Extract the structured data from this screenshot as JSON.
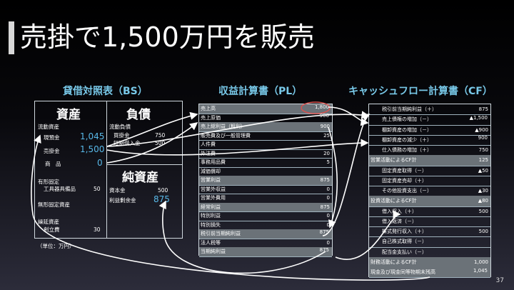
{
  "title": "売掛で1,500万円を販売",
  "page_number": "37",
  "bs": {
    "heading": "貸借対照表（BS）",
    "assets": "資産",
    "liabilities": "負債",
    "net_assets": "純資産",
    "current_assets": "流動資産",
    "cash": "現預金",
    "cash_val": "1,045",
    "receivable": "売掛金",
    "receivable_val": "1,500",
    "goods": "商　品",
    "goods_val": "0",
    "fixed_assets": "有形固定",
    "equipment": "工具器具備品",
    "equipment_val": "50",
    "intangible": "無形固定資産",
    "deferred": "繰延資産",
    "founding": "創立費",
    "founding_val": "30",
    "current_liab": "流動負債",
    "payable": "買掛金",
    "payable_val": "750",
    "short_loan": "短期借入金",
    "short_loan_val": "500",
    "capital": "資本金",
    "capital_val": "500",
    "retained": "利益剰余金",
    "retained_val": "875",
    "unit": "（単位：万円）"
  },
  "pl": {
    "heading": "収益計算書（PL）",
    "rows": [
      {
        "label": "売上高",
        "value": "1,800",
        "big": true,
        "shade": true
      },
      {
        "label": "売上原価",
        "value": "900",
        "big": true,
        "shade": false
      },
      {
        "label": "売上総利益（粗利）",
        "value": "900",
        "shade": true
      },
      {
        "label": "販売費及び一般管理費",
        "value": "25",
        "shade": false
      },
      {
        "label": "人件費",
        "value": "",
        "shade": false
      },
      {
        "label": "外注費",
        "value": "20",
        "shade": false
      },
      {
        "label": "事務用品費",
        "value": "5",
        "shade": false
      },
      {
        "label": "減価償却",
        "value": "",
        "shade": false
      },
      {
        "label": "営業利益",
        "value": "875",
        "shade": true
      },
      {
        "label": "営業外収益",
        "value": "0",
        "shade": false
      },
      {
        "label": "営業外費用",
        "value": "0",
        "shade": false
      },
      {
        "label": "経常利益",
        "value": "875",
        "shade": true
      },
      {
        "label": "特別利益",
        "value": "0",
        "shade": false
      },
      {
        "label": "特別損失",
        "value": "0",
        "shade": false
      },
      {
        "label": "税引前当期純利益",
        "value": "875",
        "big": true,
        "shade": true
      },
      {
        "label": "法人税等",
        "value": "0",
        "shade": false
      },
      {
        "label": "当期純利益",
        "value": "875",
        "big": true,
        "shade": true
      }
    ]
  },
  "cf": {
    "heading": "キャッシュフロー計算書（CF）",
    "rows": [
      {
        "label": "税引前当期純利益（＋）",
        "value": "875",
        "indent": true,
        "shade": false
      },
      {
        "label": "売上債権の増加（－）",
        "value": "▲1,500",
        "big": true,
        "indent": true,
        "shade": false
      },
      {
        "label": "棚卸資産の増加（－）",
        "value": "▲900",
        "indent": true,
        "shade": false
      },
      {
        "label": "棚卸資産の減少（＋）",
        "value": "900",
        "big": true,
        "indent": true,
        "shade": false
      },
      {
        "label": "仕入債務の増加（＋）",
        "value": "750",
        "indent": true,
        "shade": false
      },
      {
        "label": "営業活動によるCF計",
        "value": "125",
        "shade": true
      },
      {
        "label": "固定資産取得（－）",
        "value": "▲50",
        "indent": true,
        "shade": false
      },
      {
        "label": "固定資産売却（＋）",
        "value": "",
        "indent": true,
        "shade": false
      },
      {
        "label": "その他投資支出（－）",
        "value": "▲30",
        "indent": true,
        "shade": false
      },
      {
        "label": "投資活動によるCF計",
        "value": "▲80",
        "shade": true
      },
      {
        "label": "借入収入（＋）",
        "value": "500",
        "indent": true,
        "shade": false
      },
      {
        "label": "借入返済（－）",
        "value": "",
        "indent": true,
        "shade": false
      },
      {
        "label": "株式発行収入（＋）",
        "value": "500",
        "indent": true,
        "shade": false
      },
      {
        "label": "自己株式取得（－）",
        "value": "",
        "indent": true,
        "shade": false
      },
      {
        "label": "配当金支払い（－）",
        "value": "",
        "indent": true,
        "shade": false
      },
      {
        "label": "財務活動によるCF計",
        "value": "1,000",
        "shade": true
      },
      {
        "label": "現金及び現金同等物期末残高",
        "value": "1,045",
        "big": true,
        "shade": true
      }
    ]
  },
  "colors": {
    "accent": "#58b8e8",
    "heading": "#78c8e8",
    "highlight_circle": "#d9534f"
  }
}
